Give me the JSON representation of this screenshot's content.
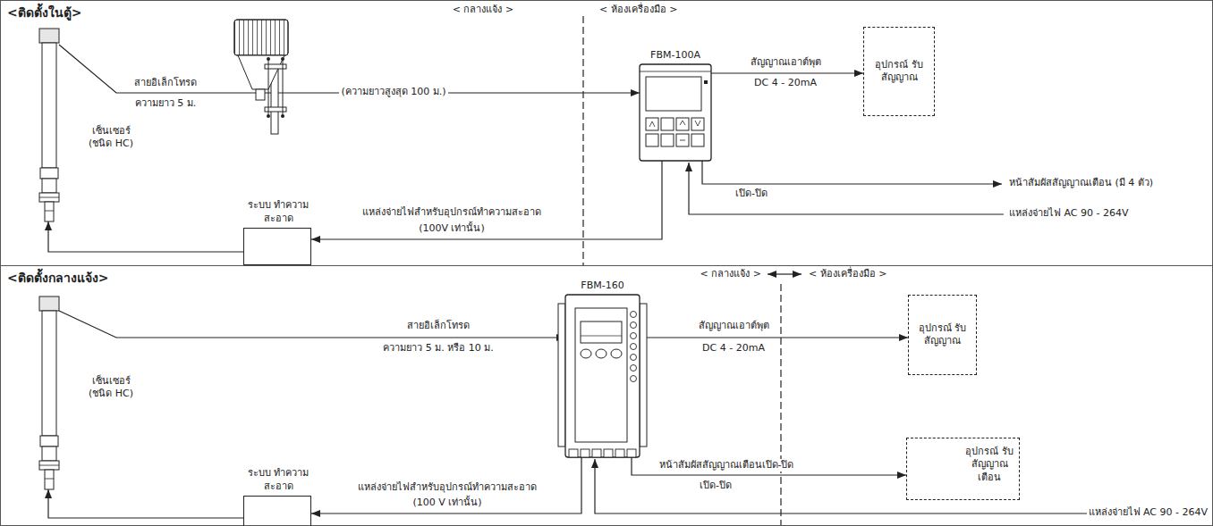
{
  "diagram": {
    "nodes": [
      {
        "text": [
          "<ติดตั้งในตู้>"
        ]
      },
      {
        "text": [
          "เซ็นเซอร์ (ชนิด HC)"
        ],
        "in": 0
      },
      {
        "text": [
          "FBM-100A"
        ],
        "in": 0
      },
      {
        "text": [
          "อุปกรณ์ รับสัญญาณ"
        ],
        "in": 0
      },
      {
        "text": [
          "ระบบ ทำความสะอาด"
        ],
        "in": 0
      },
      {
        "text": [
          "<ติดตั้งกลางแจ้ง>"
        ]
      },
      {
        "text": [
          "เซ็นเซอร์ (ชนิด HC)"
        ],
        "in": 5
      },
      {
        "text": [
          "FBM-160"
        ],
        "in": 5
      },
      {
        "text": [
          "อุปกรณ์ รับสัญญาณ"
        ],
        "in": 5
      },
      {
        "text": [
          "อุปกรณ์ รับสัญญาณ เตือน"
        ],
        "in": 5
      },
      {
        "text": [
          "ระบบ ทำความสะอาด"
        ],
        "in": 5
      }
    ],
    "edges": [
      {
        "from": 1,
        "to": 2,
        "arrow": "to",
        "label": "สายอิเล็กโทรด"
      },
      {
        "from": 2,
        "to": 3,
        "arrow": "to",
        "label": "สัญญาณเอาต์พุต"
      },
      {
        "from": 2,
        "to": 4,
        "arrow": "to",
        "label": "แหล่งจ่ายไฟสำหรับอุปกรณ์ทำความสะอาด"
      },
      {
        "from": 4,
        "to": 1,
        "arrow": "to"
      },
      {
        "from": 6,
        "to": 7,
        "arrow": "to",
        "label": "สายอิเล็กโทรด"
      },
      {
        "from": 7,
        "to": 8,
        "arrow": "to",
        "label": "สัญญาณเอาต์พุต"
      },
      {
        "from": 7,
        "to": 9,
        "arrow": "to",
        "label": "หน้าสัมผัสสัญญาณเตือนเปิด-ปิด"
      },
      {
        "from": 7,
        "to": 10,
        "arrow": "to",
        "label": "แหล่งจ่ายไฟสำหรับอุปกรณ์ทำความสะอาด"
      },
      {
        "from": 10,
        "to": 6,
        "arrow": "to"
      }
    ],
    "labels": [
      "< กลางแจ้ง >",
      "< ห้องเครื่องมือ >",
      "ความยาว 5 ม.",
      "(ความยาวสูงสุด 100 ม.)",
      "DC 4 - 20mA",
      "เปิด-ปิด",
      "หน้าสัมผัสสัญญาณเตือน (มี 4 ตัว)",
      "แหล่งจ่ายไฟ AC 90 - 264V",
      "(100V เท่านั้น)",
      "< กลางแจ้ง >",
      "< ห้องเครื่องมือ >",
      "ความยาว 5 ม. หรือ 10 ม.",
      "DC 4 - 20mA",
      "เปิด-ปิด",
      "(100 V เท่านั้น)",
      "แหล่งจ่ายไฟ AC 90 - 264V"
    ]
  }
}
